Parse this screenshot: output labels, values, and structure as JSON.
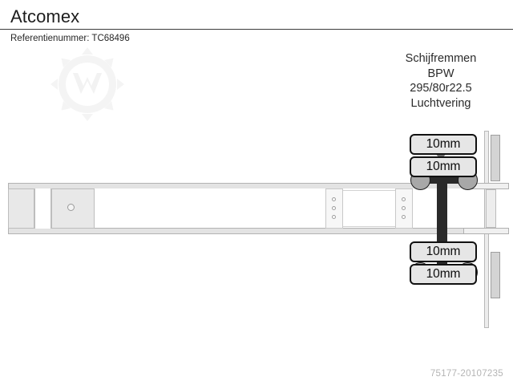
{
  "header": {
    "title": "Atcomex",
    "reference_label": "Referentienummer: TC68496"
  },
  "diagram": {
    "spec_lines": [
      "Schijfremmen",
      "BPW",
      "295/80r22.5",
      "Luchtvering"
    ],
    "arrow_icon": "triangle-down-icon",
    "tire_labels": [
      "10mm",
      "10mm",
      "10mm",
      "10mm"
    ],
    "axle_count": 2,
    "view": "top-down trailer chassis schematic"
  },
  "watermark": {
    "logo_icon": "gear-logo-watermark",
    "footer_code": "75177-20107235"
  },
  "colors": {
    "text": "#1d1d1d",
    "divider": "#3d3d3d",
    "axle_dark": "#2a2a2a",
    "hub_gray": "#a8a8a8",
    "box_fill": "#e6e6e6",
    "box_border": "#111111",
    "frame_gray": "#e3e3e3",
    "footer_gray": "#b4b4b4"
  }
}
